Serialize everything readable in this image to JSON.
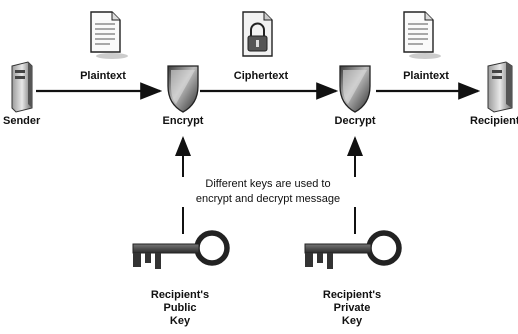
{
  "nodes": {
    "sender": "Sender",
    "encrypt": "Encrypt",
    "decrypt": "Decrypt",
    "recipient": "Recipient"
  },
  "edges": {
    "plaintext_left": "Plaintext",
    "ciphertext": "Ciphertext",
    "plaintext_right": "Plaintext"
  },
  "note": {
    "line1": "Different keys are used to",
    "line2": "encrypt and decrypt message"
  },
  "keys": {
    "public": [
      "Recipient's",
      "Public",
      "Key"
    ],
    "private": [
      "Recipient's",
      "Private",
      "Key"
    ]
  },
  "icons": [
    "server-icon",
    "document-icon",
    "shield-icon",
    "locked-document-icon",
    "key-icon"
  ]
}
